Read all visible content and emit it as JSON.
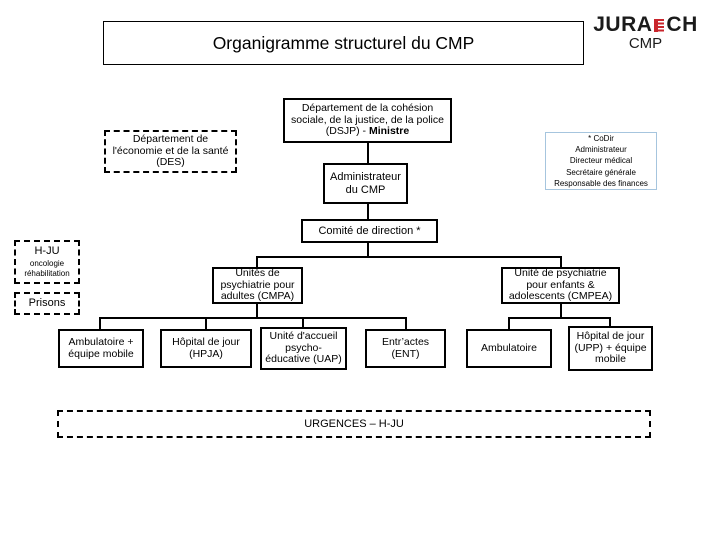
{
  "title": "Organigramme structurel du CMP",
  "logo": {
    "word_left": "JURA",
    "word_right": "CH",
    "subtitle": "CMP",
    "accent_color": "#c9252c"
  },
  "legend": {
    "line1": "* CoDir",
    "line2": "Administrateur",
    "line3": "Directeur médical",
    "line4": "Secrétaire générale",
    "line5": "Responsable des finances",
    "border_color": "#a6c5de"
  },
  "org": {
    "dsjp": {
      "text": "Département de la cohésion sociale, de la justice, de la police (DSJP) - ",
      "bold": "Ministre"
    },
    "admin": "Administrateur du CMP",
    "comite": "Comité de direction *",
    "cmpa": "Unités de psychiatrie pour adultes (CMPA)",
    "cmpea": "Unité de psychiatrie pour enfants & adolescents (CMPEA)",
    "cmpa_children": [
      "Ambulatoire + équipe mobile",
      "Hôpital de jour (HPJA)",
      "Unité d'accueil psycho-éducative (UAP)",
      "Entr’actes (ENT)"
    ],
    "cmpea_children": [
      "Ambulatoire",
      "Hôpital de jour (UPP) + équipe mobile"
    ]
  },
  "external": {
    "des": "Département de l'économie et de la santé (DES)",
    "hju": {
      "title": "H-JU",
      "sub1": "oncologie",
      "sub2": "réhabilitation"
    },
    "prisons": "Prisons",
    "urgences": "URGENCES – H-JU"
  }
}
